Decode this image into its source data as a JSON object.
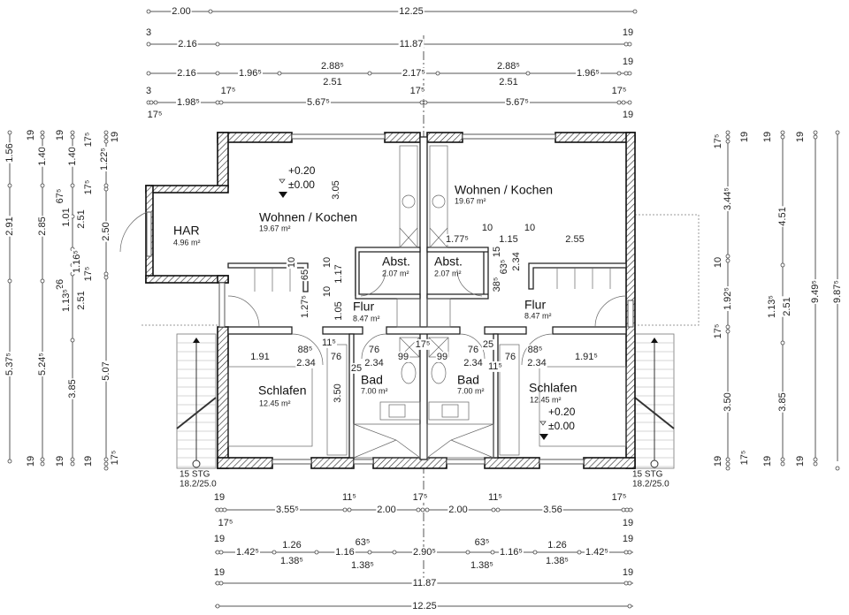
{
  "colors": {
    "wall": "#111111",
    "line": "#555555",
    "background": "#ffffff"
  },
  "rooms": [
    {
      "name": "HAR",
      "area": "4.96 m²"
    },
    {
      "name": "Wohnen / Kochen",
      "area": "19.67 m²"
    },
    {
      "name": "Wohnen / Kochen",
      "area": "19.67 m²"
    },
    {
      "name": "Abst.",
      "area": "2.07 m²"
    },
    {
      "name": "Abst.",
      "area": "2.07 m²"
    },
    {
      "name": "Flur",
      "area": "8.47 m²"
    },
    {
      "name": "Flur",
      "area": "8.47 m²"
    },
    {
      "name": "Schlafen",
      "area": "12.45 m²"
    },
    {
      "name": "Schlafen",
      "area": "12.45 m²"
    },
    {
      "name": "Bad",
      "area": "7.00 m²"
    },
    {
      "name": "Bad",
      "area": "7.00 m²"
    }
  ],
  "levels": [
    {
      "top": "+0.20",
      "bottom": "±0.00"
    },
    {
      "top": "+0.20",
      "bottom": "±0.00"
    }
  ],
  "stairs": [
    {
      "steps": "15 STG",
      "ratio": "18.2/25.0"
    },
    {
      "steps": "15 STG",
      "ratio": "18.2/25.0"
    }
  ],
  "dimensions": {
    "top": [
      "2.00",
      "12.25",
      "3",
      "2.16",
      "11.87",
      "19",
      "2.16",
      "1.96⁵",
      "2.88⁵",
      "2.51",
      "2.17⁵",
      "2.88⁵",
      "2.51",
      "1.96⁵",
      "19",
      "3",
      "17⁵",
      "17⁵",
      "17⁵",
      "1.98⁵",
      "5.67⁵",
      "5.67⁵",
      "17⁵",
      "19"
    ],
    "bottom": [
      "19",
      "3.55⁵",
      "11⁵",
      "2.00",
      "17⁵",
      "2.00",
      "11⁵",
      "3.56",
      "17⁵",
      "17⁵",
      "19",
      "19",
      "1.42⁵",
      "1.26",
      "1.38⁵",
      "1.16",
      "63⁵",
      "1.38⁵",
      "2.90⁵",
      "63⁵",
      "1.38⁵",
      "1.16⁵",
      "1.26",
      "1.38⁵",
      "1.42⁵",
      "19",
      "19",
      "11.87",
      "19",
      "12.25"
    ],
    "left": [
      "1.56",
      "2.91",
      "5.37⁵",
      "19",
      "1.40",
      "2.85",
      "5.24⁵",
      "19",
      "19",
      "1.40",
      "67⁵",
      "1.01",
      "2.51",
      "1.16⁵",
      "26",
      "1.13⁵",
      "2.51",
      "3.85",
      "19",
      "17⁵",
      "19",
      "1.22⁵",
      "17⁵",
      "2.50",
      "17⁵",
      "5.07",
      "19",
      "17⁵"
    ],
    "right": [
      "17⁵",
      "19",
      "3.44⁵",
      "10",
      "1.92⁵",
      "17⁵",
      "3.50",
      "19",
      "17⁵",
      "19",
      "4.51",
      "1.13⁵",
      "2.51",
      "3.85",
      "19",
      "19",
      "9.49⁵",
      "19",
      "9.87⁵"
    ],
    "interior": [
      "3.05",
      "10",
      "1.17",
      "10",
      "1.05",
      "10",
      "65",
      "1.27⁵",
      "88⁵",
      "2.34",
      "1.91",
      "76",
      "11⁵",
      "25",
      "76",
      "2.34",
      "99",
      "17⁵",
      "99",
      "76",
      "2.34",
      "25",
      "11⁵",
      "76",
      "88⁵",
      "2.34",
      "1.91⁵",
      "3.50",
      "1.77⁵",
      "10",
      "1.15",
      "10",
      "2.55",
      "15",
      "63⁵",
      "2.34",
      "38⁵"
    ]
  }
}
